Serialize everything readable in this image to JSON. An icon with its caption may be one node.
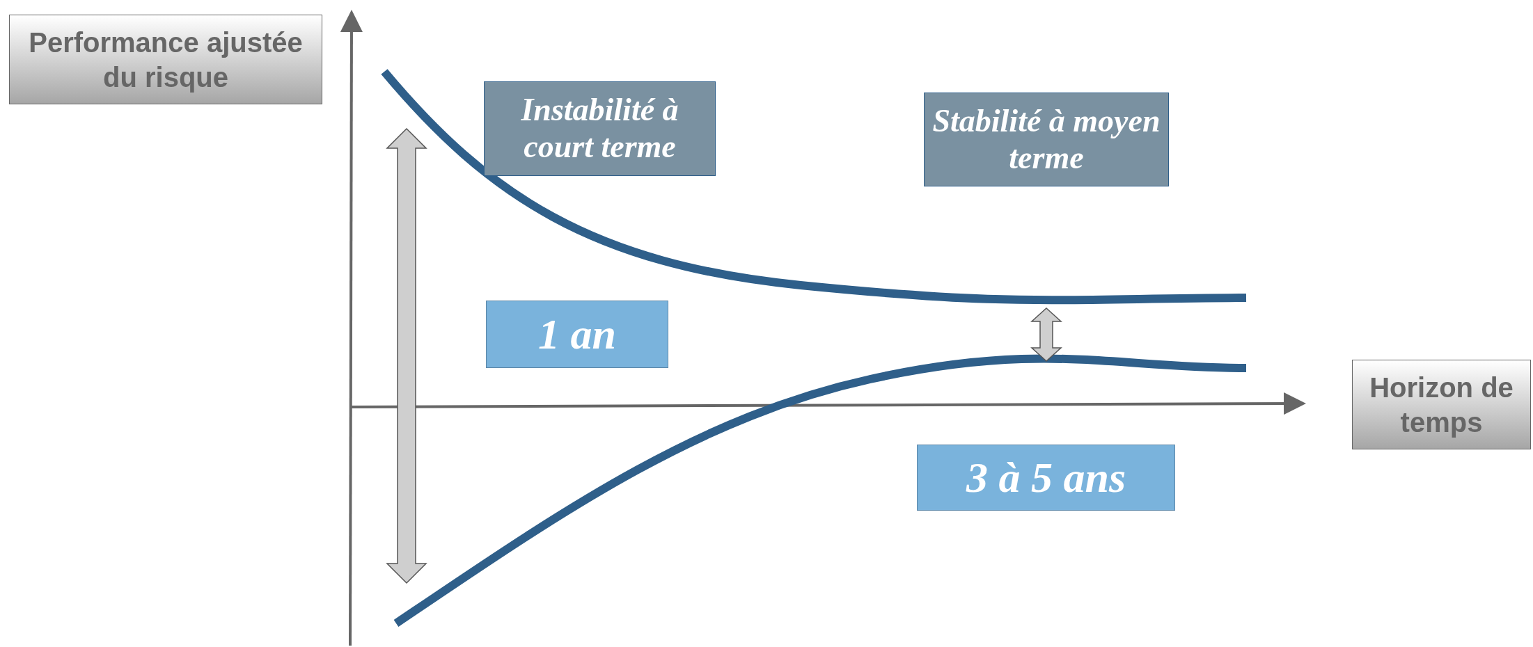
{
  "diagram": {
    "nodes": [
      {
        "text": [
          "Performance ajustée du risque"
        ]
      },
      {
        "text": [
          "Instabilité à court terme"
        ]
      },
      {
        "text": [
          "Stabilité à moyen terme"
        ]
      },
      {
        "text": [
          "1 an"
        ]
      },
      {
        "text": [
          "Horizon de temps"
        ]
      },
      {
        "text": [
          "3 à 5 ans"
        ]
      }
    ]
  }
}
